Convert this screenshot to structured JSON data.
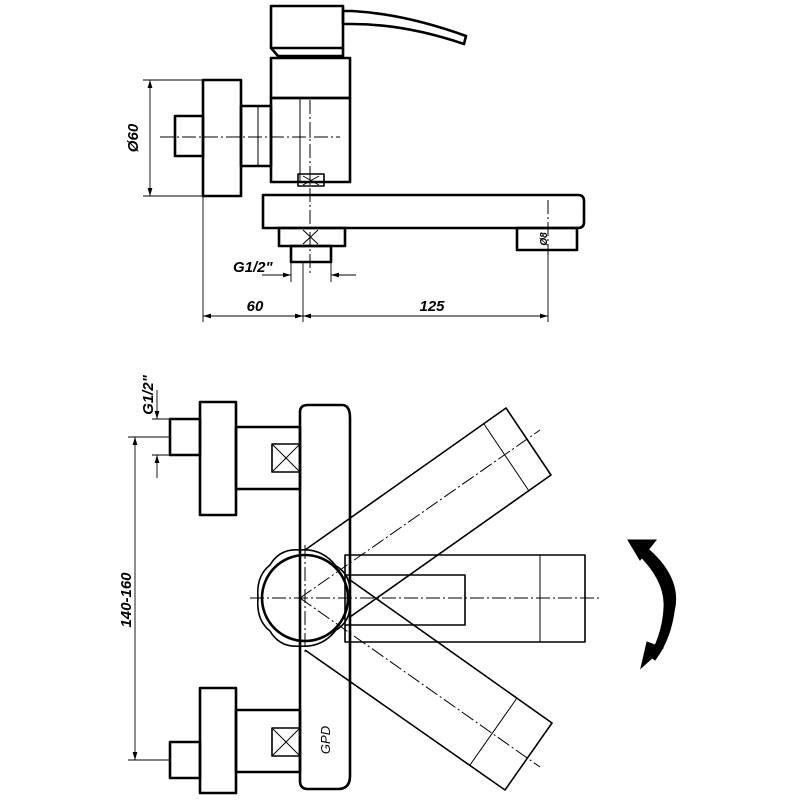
{
  "dimensions": {
    "side_diameter": "Ø60",
    "side_thread": "G1/2\"",
    "side_width_left": "60",
    "side_width_right": "125",
    "top_thread": "G1/2\"",
    "top_spacing": "140-160",
    "spout_outlet": "Ø8"
  },
  "logo_text": "GPD",
  "icons": {
    "rotation": "curved-double-arrow-icon"
  }
}
